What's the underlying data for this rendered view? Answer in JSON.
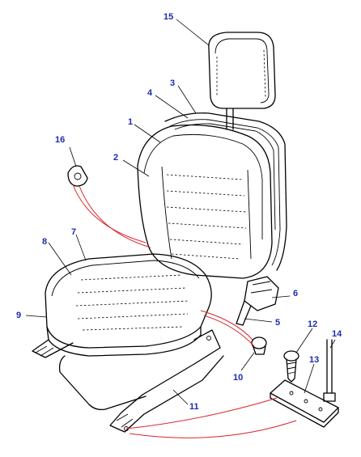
{
  "callouts": {
    "c1": "1",
    "c2": "2",
    "c3": "3",
    "c4": "4",
    "c5": "5",
    "c6": "6",
    "c7": "7",
    "c8": "8",
    "c9": "9",
    "c10": "10",
    "c11": "11",
    "c12": "12",
    "c13": "13",
    "c14": "14",
    "c15": "15",
    "c16": "16"
  },
  "colors": {
    "callout_text": "#1c2bb0",
    "linework": "#000000",
    "assembly_lines": "#d8262b"
  }
}
